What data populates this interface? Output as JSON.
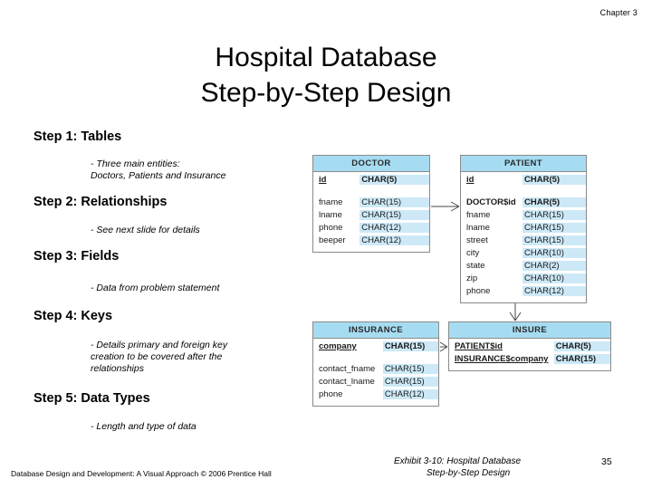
{
  "header": {
    "chapter": "Chapter 3"
  },
  "title": {
    "line1": "Hospital Database",
    "line2": "Step-by-Step Design"
  },
  "steps": [
    {
      "head": "Step 1: Tables",
      "sub_lines": [
        "- Three main entities:",
        "Doctors, Patients and Insurance"
      ]
    },
    {
      "head": "Step 2: Relationships",
      "sub_lines": [
        "- See next slide for details"
      ]
    },
    {
      "head": "Step 3: Fields",
      "sub_lines": [
        "- Data from problem statement"
      ]
    },
    {
      "head": "Step 4: Keys",
      "sub_lines": [
        "-  Details primary and foreign key",
        "creation to be covered after the",
        "relationships"
      ]
    },
    {
      "head": "Step 5: Data Types",
      "sub_lines": [
        "- Length and type of data"
      ]
    }
  ],
  "diagram": {
    "tables": [
      {
        "name": "DOCTOR",
        "rows": [
          {
            "field": "id",
            "type": "CHAR(5)",
            "style": "key"
          },
          {
            "field": "",
            "type": "",
            "style": "spacer"
          },
          {
            "field": "fname",
            "type": "CHAR(15)",
            "style": "normal"
          },
          {
            "field": "lname",
            "type": "CHAR(15)",
            "style": "normal"
          },
          {
            "field": "phone",
            "type": "CHAR(12)",
            "style": "normal"
          },
          {
            "field": "beeper",
            "type": "CHAR(12)",
            "style": "normal"
          }
        ]
      },
      {
        "name": "PATIENT",
        "rows": [
          {
            "field": "id",
            "type": "CHAR(5)",
            "style": "key"
          },
          {
            "field": "",
            "type": "",
            "style": "spacer"
          },
          {
            "field": "DOCTOR$id",
            "type": "CHAR(5)",
            "style": "fk"
          },
          {
            "field": "fname",
            "type": "CHAR(15)",
            "style": "normal"
          },
          {
            "field": "lname",
            "type": "CHAR(15)",
            "style": "normal"
          },
          {
            "field": "street",
            "type": "CHAR(15)",
            "style": "normal"
          },
          {
            "field": "city",
            "type": "CHAR(10)",
            "style": "normal"
          },
          {
            "field": "state",
            "type": "CHAR(2)",
            "style": "normal"
          },
          {
            "field": "zip",
            "type": "CHAR(10)",
            "style": "normal"
          },
          {
            "field": "phone",
            "type": "CHAR(12)",
            "style": "normal"
          }
        ]
      },
      {
        "name": "INSURANCE",
        "rows": [
          {
            "field": "company",
            "type": "CHAR(15)",
            "style": "key"
          },
          {
            "field": "",
            "type": "",
            "style": "spacer"
          },
          {
            "field": "contact_fname",
            "type": "CHAR(15)",
            "style": "normal"
          },
          {
            "field": "contact_lname",
            "type": "CHAR(15)",
            "style": "normal"
          },
          {
            "field": "phone",
            "type": "CHAR(12)",
            "style": "normal"
          }
        ]
      },
      {
        "name": "INSURE",
        "rows": [
          {
            "field": "PATIENT$id",
            "type": "CHAR(5)",
            "style": "key"
          },
          {
            "field": "INSURANCE$company",
            "type": "CHAR(15)",
            "style": "key"
          }
        ]
      }
    ],
    "colors": {
      "header_fill": "#a6dcf2",
      "type_fill": "#cde9f7",
      "border": "#8a8a8a"
    },
    "relationships": [
      {
        "from": "DOCTOR",
        "to": "PATIENT",
        "cardinality": "one-to-many"
      },
      {
        "from": "PATIENT",
        "to": "INSURE",
        "cardinality": "one-to-many"
      },
      {
        "from": "INSURANCE",
        "to": "INSURE",
        "cardinality": "one-to-many"
      }
    ]
  },
  "footer": {
    "credit": "Database Design and Development: A Visual Approach   © 2006 Prentice Hall",
    "exhibit_line1": "Exhibit 3-10: Hospital Database",
    "exhibit_line2": "Step-by-Step Design",
    "page_number": "35"
  }
}
